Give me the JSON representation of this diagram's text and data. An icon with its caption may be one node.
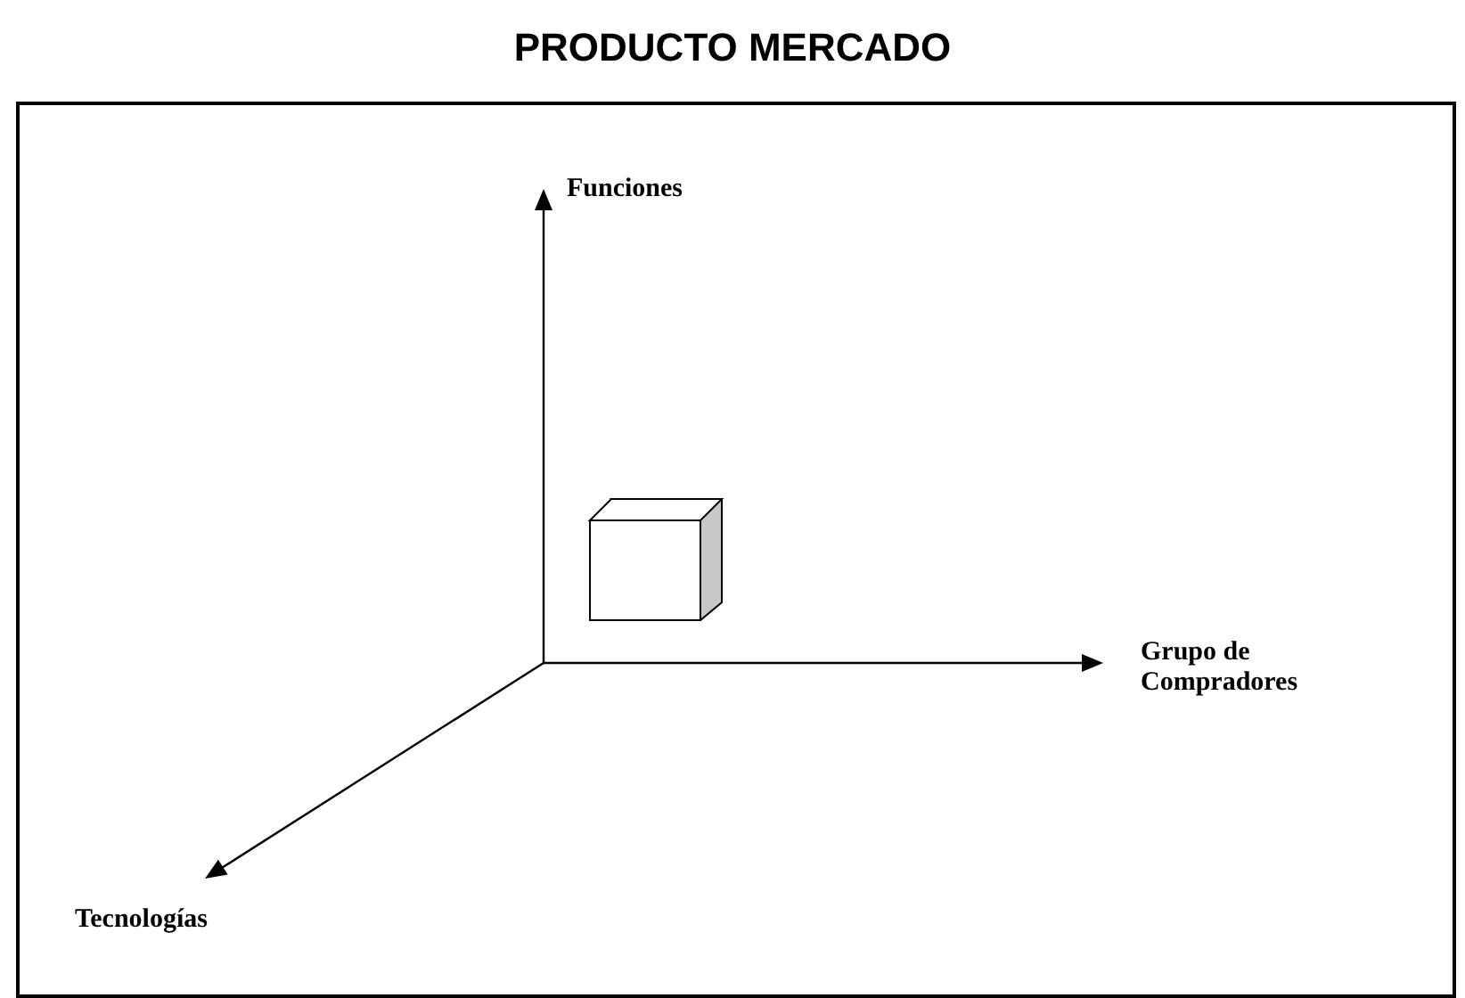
{
  "diagram": {
    "title": "PRODUCTO MERCADO",
    "labels": [
      "Funciones",
      "Grupo de Compradores",
      "Tecnologías"
    ]
  }
}
